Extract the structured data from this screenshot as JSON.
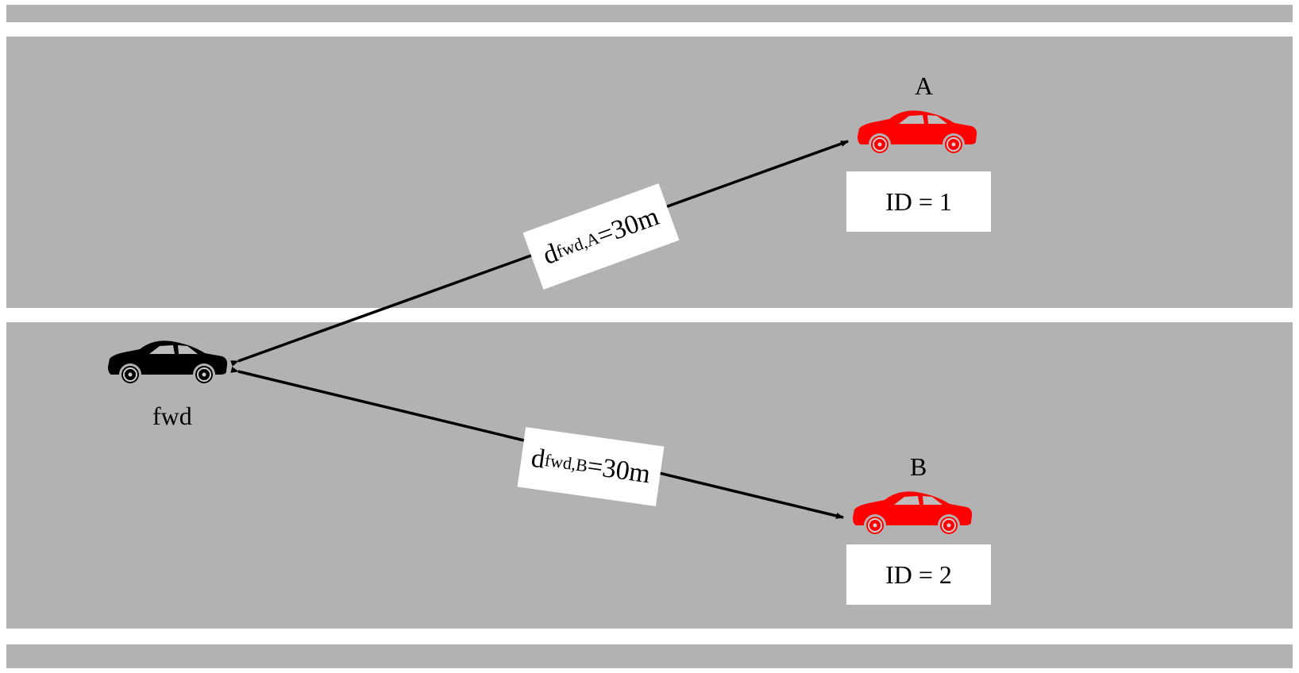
{
  "vehicles": {
    "fwd": {
      "label": "fwd",
      "color": "#000000"
    },
    "a": {
      "label": "A",
      "id_text": "ID = 1",
      "color": "#ff0000"
    },
    "b": {
      "label": "B",
      "id_text": "ID = 2",
      "color": "#ff0000"
    }
  },
  "distances": {
    "a": {
      "symbol": "d",
      "subscript": "fwd,A",
      "value": "=30m"
    },
    "b": {
      "symbol": "d",
      "subscript": "fwd,B",
      "value": "=30m"
    }
  },
  "colors": {
    "road": "#b2b2b2",
    "lane_marking": "#ffffff",
    "arrow": "#000000"
  }
}
